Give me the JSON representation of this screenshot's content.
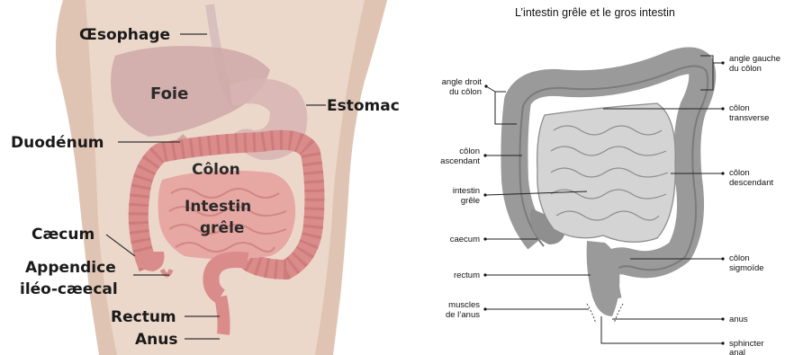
{
  "left_figure": {
    "labels": {
      "oesophage": "Œsophage",
      "foie": "Foie",
      "estomac": "Estomac",
      "duodenum": "Duodénum",
      "colon": "Côlon",
      "intestin": "Intestin",
      "grele": "grêle",
      "caecum": "Cæcum",
      "appendice": "Appendice",
      "ileo": "iléo-cæecal",
      "rectum": "Rectum",
      "anus": "Anus"
    }
  },
  "right_figure": {
    "title": "L’intestin grêle et le gros intestin",
    "labels": {
      "angle_gauche_1": "angle gauche",
      "angle_gauche_2": "du côlon",
      "angle_droit_1": "angle droit",
      "angle_droit_2": "du côlon",
      "colon_transverse_1": "côlon",
      "colon_transverse_2": "transverse",
      "colon_ascendant_1": "côlon",
      "colon_ascendant_2": "ascendant",
      "colon_descendant_1": "côlon",
      "colon_descendant_2": "descendant",
      "intestin_1": "intestin",
      "intestin_2": "grêle",
      "caecum": "caecum",
      "colon_sigmoide_1": "côlon",
      "colon_sigmoide_2": "sigmoïde",
      "rectum": "rectum",
      "muscles_1": "muscles",
      "muscles_2": "de l’anus",
      "anus": "anus",
      "sphincter_1": "sphincter",
      "sphincter_2": "anal"
    }
  },
  "colors": {
    "skin": "#e9d3c4",
    "liver": "#c99a9a",
    "intestine": "#d98a8a",
    "colon_gray": "#999999",
    "small_int_gray": "#d4d4d4"
  }
}
